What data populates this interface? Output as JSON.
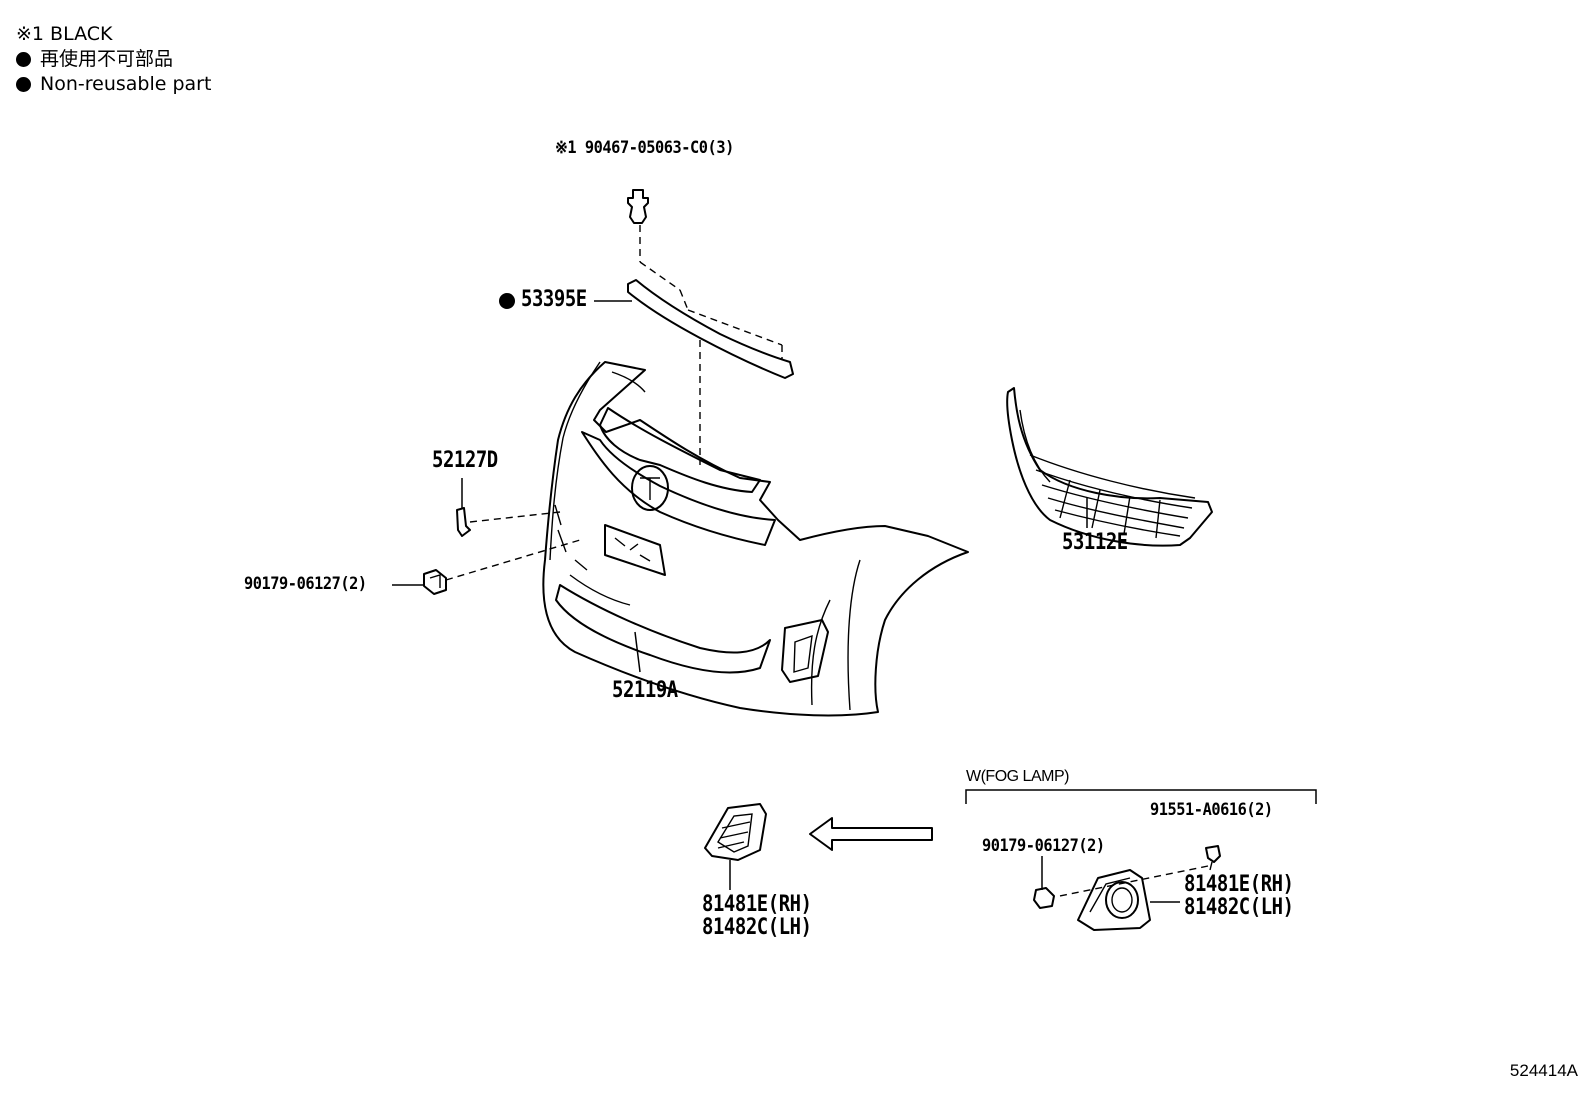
{
  "legend": {
    "note_black": "※1 BLACK",
    "non_reusable_jp": "再使用不可部品",
    "non_reusable_en": "Non-reusable part"
  },
  "parts": {
    "clip_top": "※1 90467-05063-C0(3)",
    "molding": "53395E",
    "bracket": "52127D",
    "nut_left": "90179-06127(2)",
    "bumper_cover": "52119A",
    "lower_grille": "53112E",
    "fog_cover_plain_rh": "81481E(RH)",
    "fog_cover_plain_lh": "81482C(LH)",
    "fog_group_title": "W(FOG LAMP)",
    "fog_screw": "91551-A0616(2)",
    "fog_nut": "90179-06127(2)",
    "fog_cover_lamp_rh": "81481E(RH)",
    "fog_cover_lamp_lh": "81482C(LH)"
  },
  "illustration_code": "524414A",
  "icons": {
    "non_reusable_marker": "filled-circle-icon",
    "direction_arrow": "arrow-left-icon"
  }
}
